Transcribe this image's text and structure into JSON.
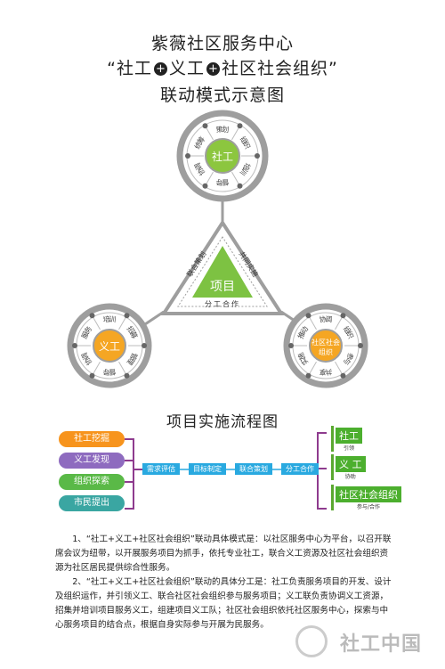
{
  "title": {
    "line1": "紫薇社区服务中心",
    "line2_a": "“社工",
    "line2_b": "义工",
    "line2_c": "社区社会组织”",
    "plus": "+",
    "line3": "联动模式示意图"
  },
  "colors": {
    "shegong": "#8cc63f",
    "yigong": "#f5a623",
    "zuzhi": "#f5a623",
    "xiangmu": "#7dc242",
    "ring": "#9e9e9e",
    "flow_blue": "#29a9e0",
    "pill_orange": "#f7941d",
    "pill_purple": "#8e6bbf",
    "pill_green": "#5ab947",
    "pill_teal": "#3aa6a2",
    "output_green": "#4caf2e"
  },
  "top_circle": {
    "center": "社工",
    "segments": [
      "策划",
      "组织",
      "培训",
      "督导",
      "协调",
      "统筹"
    ]
  },
  "left_circle": {
    "center": "义工",
    "segments": [
      "培训",
      "招募",
      "管理",
      "督导",
      "协调",
      "服务"
    ]
  },
  "right_circle": {
    "center": "社区社会\n组织",
    "center_l1": "社区社会",
    "center_l2": "组织",
    "segments": [
      "协调",
      "组织",
      "参与",
      "共享",
      "实施",
      "推动"
    ]
  },
  "triangle": {
    "center": "项目",
    "left_label": "联合策划",
    "right_label": "共同实施",
    "bottom_label": "分工合作"
  },
  "flow": {
    "title": "项目实施流程图",
    "sources": [
      "社工挖掘",
      "义工发现",
      "组织探索",
      "市民提出"
    ],
    "steps": [
      "需求评估",
      "目标制定",
      "联合策划",
      "分工合作"
    ],
    "outputs": [
      {
        "label": "社工",
        "sub": "引领"
      },
      {
        "label": "义  工",
        "sub": "协助"
      },
      {
        "label": "社区社会组织",
        "sub": "参与/合作"
      }
    ]
  },
  "notes": {
    "p1": "1、“社工+义工+社区社会组织”联动具体模式是：以社区服务中心为平台，以召开联席会议为纽带，以开展服务项目为抓手，依托专业社工，联合义工资源及社区社会组织资源为社区居民提供综合性服务。",
    "p2": "2、“社工+义工+社区社会组织”联动的具体分工是：社工负责服务项目的开发、设计及组织运作，并引领义工、联合社区社会组织参与服务项目；义工联负责协调义工资源，招集并培训项目服务义工，组建项目义工队；社区社会组织依托社区服务中心，探索与中心服务项目的结合点，根据自身实际参与开展为民服务。"
  },
  "watermark": "社工中国"
}
